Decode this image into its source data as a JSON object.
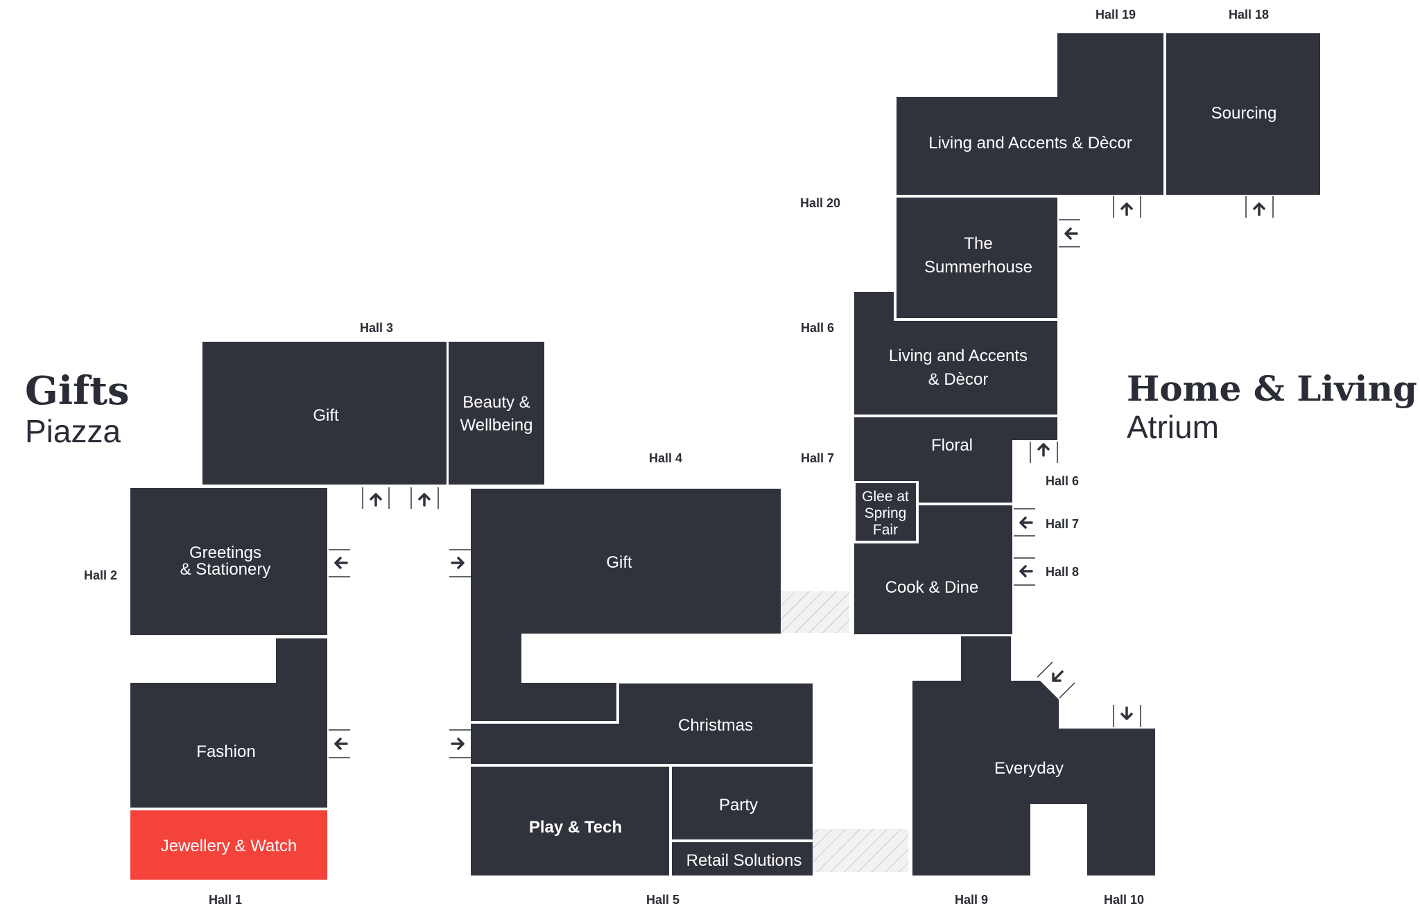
{
  "zones": {
    "gifts": {
      "title": "Gifts",
      "subtitle": "Piazza"
    },
    "home_living": {
      "title": "Home & Living",
      "subtitle": "Atrium"
    }
  },
  "halls": {
    "h1": "Hall 1",
    "h2": "Hall 2",
    "h3": "Hall 3",
    "h4": "Hall 4",
    "h5": "Hall 5",
    "h6_top": "Hall 6",
    "h6_side": "Hall 6",
    "h7_top": "Hall 7",
    "h7_side": "Hall 7",
    "h8": "Hall 8",
    "h9": "Hall 9",
    "h10": "Hall 10",
    "h18": "Hall 18",
    "h19": "Hall 19",
    "h20": "Hall 20"
  },
  "stands": {
    "gift_h3": "Gift",
    "beauty_1": "Beauty &",
    "beauty_2": "Wellbeing",
    "greetings_1": "Greetings",
    "greetings_2": "& Stationery",
    "fashion": "Fashion",
    "jewellery": "Jewellery & Watch",
    "gift_h4": "Gift",
    "christmas": "Christmas",
    "play_tech": "Play & Tech",
    "party": "Party",
    "retail": "Retail Solutions",
    "living_top": "Living and Accents & Dècor",
    "sourcing": "Sourcing",
    "summer_1": "The",
    "summer_2": "Summerhouse",
    "living_mid_1": "Living and Accents",
    "living_mid_2": "& Dècor",
    "floral": "Floral",
    "glee_1": "Glee at",
    "glee_2": "Spring",
    "glee_3": "Fair",
    "cook": "Cook & Dine",
    "everyday": "Everyday"
  },
  "colors": {
    "stand": "#30323c",
    "highlight": "#f4433a",
    "text_dark": "#2a2d36",
    "hatch": "#c9c9c9"
  },
  "icons": [
    "arrow-up-icon",
    "arrow-left-icon",
    "arrow-right-icon",
    "arrow-down-icon",
    "arrow-down-left-icon"
  ]
}
